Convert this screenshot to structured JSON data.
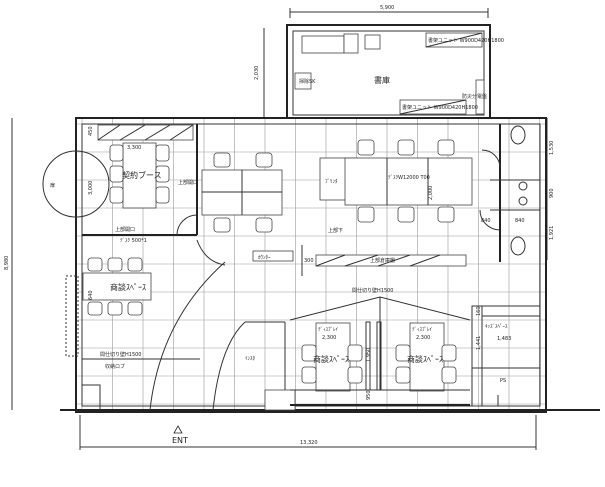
{
  "plan": {
    "dim_top": "5,900",
    "dim_storage_height": "2,030",
    "dim_left_total": "8,980",
    "dim_bottom": "13,320",
    "entrance": "ENT",
    "storage": {
      "label": "書庫",
      "sink": "掃除SK",
      "shelf_top": "書架ユニット W900D420H1800",
      "shelf_bottom": "書架ユニット W900D420H1800",
      "panel": "防災分電盤"
    },
    "contract_booth": {
      "label": "契約ブース",
      "dim_w": "3,300",
      "dim_h": "3,000",
      "dim_450": "450",
      "door_label": "扉"
    },
    "openings": {
      "upper1": "上部開口",
      "upper2": "上部開口",
      "desk_note": "ﾃﾞｽｸ 500*1"
    },
    "office": {
      "printer": "ﾌﾟﾘﾝﾀ",
      "desk": "ﾃﾞｽｸW12000 T00",
      "desk_dim": "2,000",
      "upper_note": "上部下",
      "shelf": "上部倉庫棚",
      "counter": "ｶｳﾝﾀｰ",
      "counter_dim": "300"
    },
    "meeting_left": {
      "label": "商談ｽﾍﾟｰｽ",
      "dim": "640"
    },
    "partition_left": "間仕切り壁H1500",
    "storage_logo": "収納ロブ",
    "insta": "ｲﾝｽﾀ",
    "partition_center": "間仕切り壁H1500",
    "meeting_center": {
      "label": "商談ｽﾍﾟｰｽ",
      "display": "ﾃﾞｨｽﾌﾟﾚｲ",
      "dim": "2,300"
    },
    "meeting_right": {
      "label": "商談ｽﾍﾟｰｽ",
      "display": "ﾃﾞｨｽﾌﾟﾚｲ",
      "dim": "2,300"
    },
    "center_dims": {
      "d1": "1,950",
      "d2": "950"
    },
    "kids": {
      "label": "ｷｯｽﾞｽﾍﾟｰｽ",
      "dim_w": "1,483",
      "dim_h": "1,441",
      "dim_top": "160"
    },
    "ps": "PS",
    "toilet_dims": {
      "d1": "1,530",
      "d2": "900",
      "d3": "1,921",
      "d4": "840",
      "d5": "840"
    }
  }
}
